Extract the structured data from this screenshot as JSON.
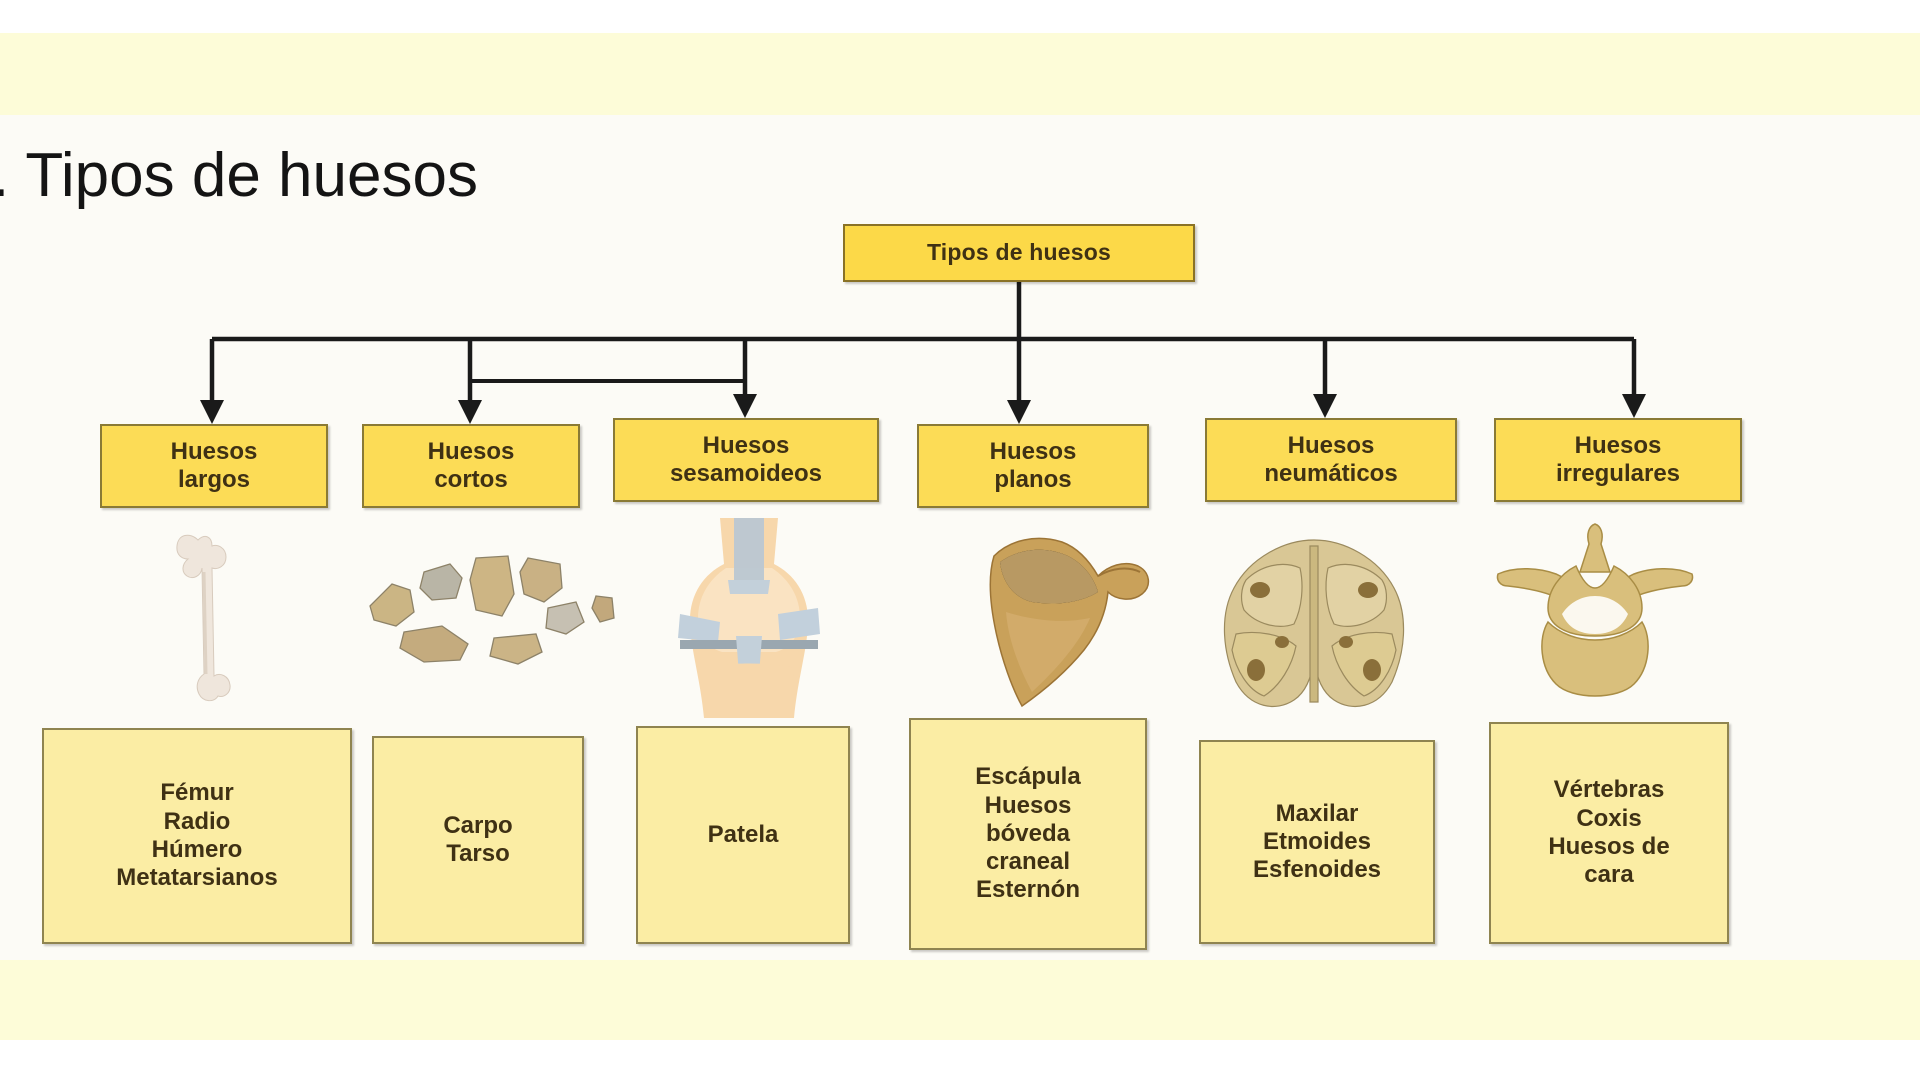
{
  "slide": {
    "title": ". Tipos de huesos",
    "background": "#fcfbf6",
    "band_color": "#fdfcd8"
  },
  "diagram": {
    "root": {
      "label": "Tipos de huesos"
    },
    "accent_colors": {
      "root_fill": "#fcd948",
      "header_fill": "#fcdc56",
      "leaf_fill": "#fbeda4",
      "border": "#8a7a35",
      "text": "#3f3114",
      "connector": "#1a1a1a"
    },
    "branches": [
      {
        "header": "Huesos\nlargos",
        "header_line1": "Huesos",
        "header_line2": "largos",
        "image": "femur-bone-illustration",
        "examples": [
          "Fémur",
          "Radio",
          "Húmero",
          "Metatarsianos"
        ]
      },
      {
        "header": "Huesos\ncortos",
        "header_line1": "Huesos",
        "header_line2": "cortos",
        "image": "carpal-bones-illustration",
        "examples": [
          "Carpo",
          "Tarso"
        ]
      },
      {
        "header": "Huesos\nsesamoideos",
        "header_line1": "Huesos",
        "header_line2": "sesamoideos",
        "image": "knee-patella-illustration",
        "examples": [
          "Patela"
        ]
      },
      {
        "header": "Huesos\nplanos",
        "header_line1": "Huesos",
        "header_line2": "planos",
        "image": "scapula-bone-illustration",
        "examples": [
          "Escápula",
          "Huesos",
          "bóveda",
          "craneal",
          "Esternón"
        ]
      },
      {
        "header": "Huesos\nneumáticos",
        "header_line1": "Huesos",
        "header_line2": "neumáticos",
        "image": "ethmoid-bone-illustration",
        "examples": [
          "Maxilar",
          "Etmoides",
          "Esfenoides"
        ]
      },
      {
        "header": "Huesos\nirregulares",
        "header_line1": "Huesos",
        "header_line2": "irregulares",
        "image": "vertebra-bone-illustration",
        "examples": [
          "Vértebras",
          "Coxis",
          "Huesos de",
          "cara"
        ]
      }
    ]
  }
}
